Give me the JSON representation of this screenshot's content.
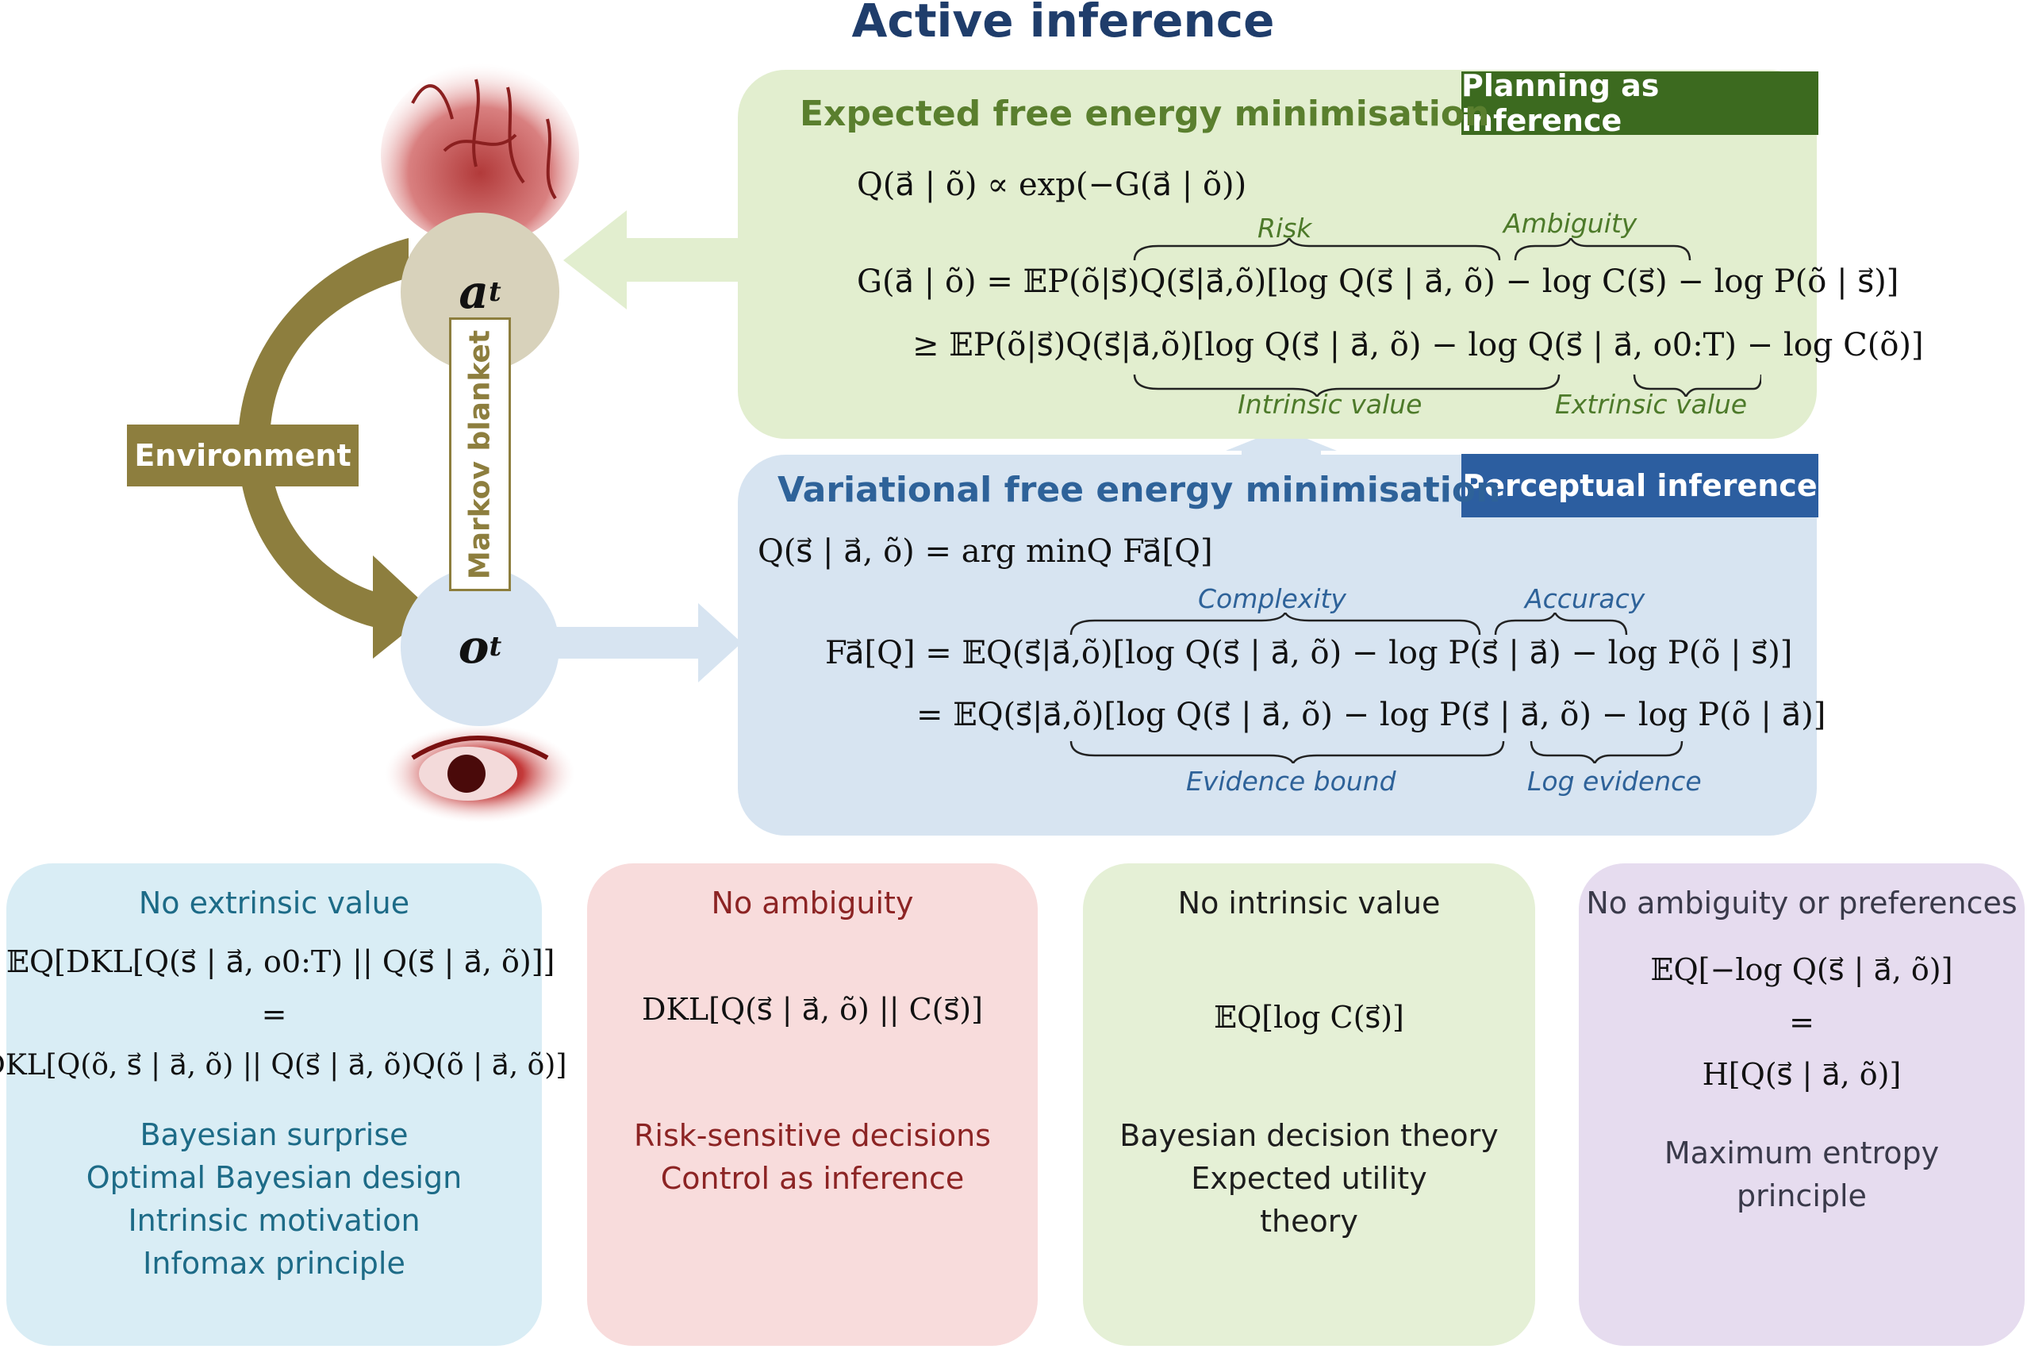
{
  "title": "Active inference",
  "nodes": {
    "action": "a",
    "action_sub": "t",
    "obs": "o",
    "obs_sub": "t"
  },
  "environment": "Environment",
  "markov_blanket": "Markov blanket",
  "planning": {
    "title": "Expected free energy minimisation",
    "tag": "Planning as inference",
    "eq1": "Q(a⃗ | õ) ∝ exp(−G(a⃗ | õ))",
    "eq2": "G(a⃗ | õ) = 𝔼P(õ|s⃗)Q(s⃗|a⃗,õ)[log Q(s⃗ | a⃗, õ) − log C(s⃗) − log P(õ | s⃗)]",
    "eq3": "≥ 𝔼P(õ|s⃗)Q(s⃗|a⃗,õ)[log Q(s⃗ | a⃗, õ) − log Q(s⃗ | a⃗, o0:T) − log C(õ)]",
    "risk": "Risk",
    "ambiguity": "Ambiguity",
    "intrinsic": "Intrinsic value",
    "extrinsic": "Extrinsic value"
  },
  "perceptual": {
    "title": "Variational free energy minimisation",
    "tag": "Perceptual inference",
    "eq1": "Q(s⃗ | a⃗, õ) = arg minQ Fa⃗[Q]",
    "eq2": "Fa⃗[Q] = 𝔼Q(s⃗|a⃗,õ)[log Q(s⃗ | a⃗, õ) − log P(s⃗ | a⃗) − log P(õ | s⃗)]",
    "eq3": "= 𝔼Q(s⃗|a⃗,õ)[log Q(s⃗ | a⃗, õ) − log P(s⃗ | a⃗, õ) − log P(õ | a⃗)]",
    "complexity": "Complexity",
    "accuracy": "Accuracy",
    "evidence_bound": "Evidence bound",
    "log_evidence": "Log evidence"
  },
  "boxes": [
    {
      "heading": "No extrinsic value",
      "eq1": "𝔼Q[DKL[Q(s⃗ | a⃗, o0:T) || Q(s⃗ | a⃗, õ)]]",
      "eq2": "=",
      "eq3": "DKL[Q(õ, s⃗ | a⃗, õ) || Q(s⃗ | a⃗, õ)Q(õ | a⃗, õ)]",
      "lines": [
        "Bayesian surprise",
        "Optimal Bayesian design",
        "Intrinsic motivation",
        "Infomax principle"
      ]
    },
    {
      "heading": "No ambiguity",
      "eq1": "DKL[Q(s⃗ | a⃗, õ) || C(s⃗)]",
      "lines": [
        "Risk-sensitive decisions",
        "Control as inference"
      ]
    },
    {
      "heading": "No intrinsic value",
      "eq1": "𝔼Q[log C(s⃗)]",
      "lines": [
        "Bayesian decision theory",
        "Expected utility",
        "theory"
      ]
    },
    {
      "heading": "No ambiguity or preferences",
      "eq1": "𝔼Q[−log Q(s⃗ | a⃗, õ)]",
      "eq2": "=",
      "eq3": "H[Q(s⃗ | a⃗, õ)]",
      "lines": [
        "Maximum entropy",
        "principle"
      ]
    }
  ],
  "colors": {
    "title": "#1f3d6b",
    "planning_bg": "#e2eecf",
    "planning_tag": "#3c6a1f",
    "perceptual_bg": "#d7e4f1",
    "perceptual_tag": "#2c5ea0",
    "environment": "#8d7e3e",
    "box1": "#d9edf5",
    "box2": "#f8dcdc",
    "box3": "#e5f0d6",
    "box4": "#e6dcef"
  },
  "icons": [
    "brain-illustration",
    "eye-illustration"
  ]
}
